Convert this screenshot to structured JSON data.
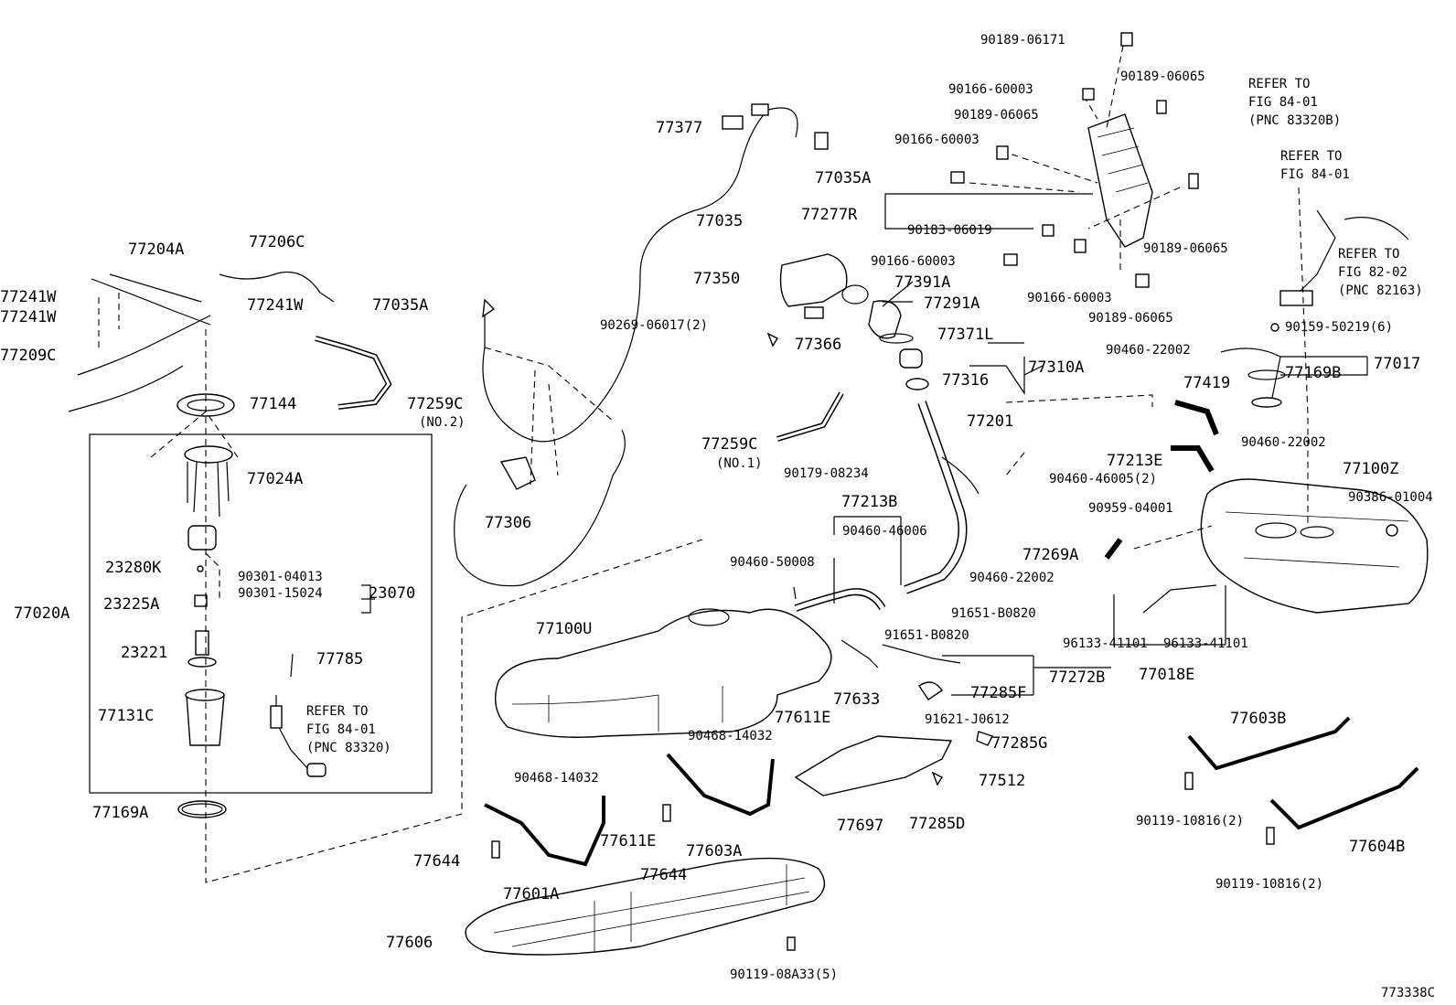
{
  "diagram_id": "773338C",
  "labels": {
    "p90189_06171": "90189-06171",
    "p90166_60003_a": "90166-60003",
    "p90189_06065_a": "90189-06065",
    "p90189_06065_b": "90189-06065",
    "p90166_60003_b": "90166-60003",
    "p77277R": "77277R",
    "p90183_06019": "90183-06019",
    "p90189_06065_c": "90189-06065",
    "p90166_60003_c": "90166-60003",
    "p90166_60003_d": "90166-60003",
    "p90189_06065_d": "90189-06065",
    "p77377": "77377",
    "p77035A_a": "77035A",
    "p77035": "77035",
    "p77350": "77350",
    "p77391A": "77391A",
    "p77291A": "77291A",
    "p90269_06017": "90269-06017(2)",
    "p77366": "77366",
    "p77371L": "77371L",
    "p77310A": "77310A",
    "p77316": "77316",
    "p77201": "77201",
    "p77204A": "77204A",
    "p77206C": "77206C",
    "p77241W_a": "77241W",
    "p77241W_b": "77241W",
    "p77241W_c": "77241W",
    "p77209C": "77209C",
    "p77035A_b": "77035A",
    "p77144": "77144",
    "p77259C_a": "77259C",
    "no2": "(NO.2)",
    "p77024A": "77024A",
    "p23280K": "23280K",
    "p90301_04013": "90301-04013",
    "p90301_15024": "90301-15024",
    "p23070": "23070",
    "p23225A": "23225A",
    "p77020A": "77020A",
    "p23221": "23221",
    "p77785": "77785",
    "p77131C": "77131C",
    "refer_1": "REFER TO",
    "refer_2": "FIG 84-01",
    "refer_3": "(PNC 83320)",
    "p77169A": "77169A",
    "p77306": "77306",
    "p77259C_b": "77259C",
    "no1": "(NO.1)",
    "p90179_08234": "90179-08234",
    "p77213B": "77213B",
    "p90460_46006": "90460-46006",
    "p90460_50008": "90460-50008",
    "p77100U": "77100U",
    "p91651_B0820_a": "91651-B0820",
    "p91651_B0820_b": "91651-B0820",
    "p77633": "77633",
    "p77272B": "77272B",
    "p77285F": "77285F",
    "p77611E_a": "77611E",
    "p91621_J0612": "91621-J0612",
    "p90468_14032_a": "90468-14032",
    "p77285G": "77285G",
    "p77512": "77512",
    "p90468_14032_b": "90468-14032",
    "p77697": "77697",
    "p77285D": "77285D",
    "p77611E_b": "77611E",
    "p77603A": "77603A",
    "p77644_a": "77644",
    "p77644_b": "77644",
    "p77601A": "77601A",
    "p77606": "77606",
    "p90119_08A33": "90119-08A33(5)",
    "refer_r1": "REFER TO",
    "refer_r2": "FIG 84-01",
    "refer_r3": "(PNC 83320B)",
    "refer_r4": "REFER TO",
    "refer_r5": "FIG 84-01",
    "refer_r6": "REFER TO",
    "refer_r7": "FIG 82-02",
    "refer_r8": "(PNC 82163)",
    "p90159_50219": "90159-50219(6)",
    "p90460_22002_a": "90460-22002",
    "p77017": "77017",
    "p77419": "77419",
    "p77169B": "77169B",
    "p90460_22002_b": "90460-22002",
    "p77213E": "77213E",
    "p90460_46005": "90460-46005(2)",
    "p77100Z": "77100Z",
    "p90959_04001": "90959-04001",
    "p90386_01004": "90386-01004",
    "p77269A": "77269A",
    "p90460_22002_c": "90460-22002",
    "p96133_41101_a": "96133-41101",
    "p96133_41101_b": "96133-41101",
    "p77018E": "77018E",
    "p77603B": "77603B",
    "p90119_10816_a": "90119-10816(2)",
    "p77604B": "77604B",
    "p90119_10816_b": "90119-10816(2)"
  }
}
